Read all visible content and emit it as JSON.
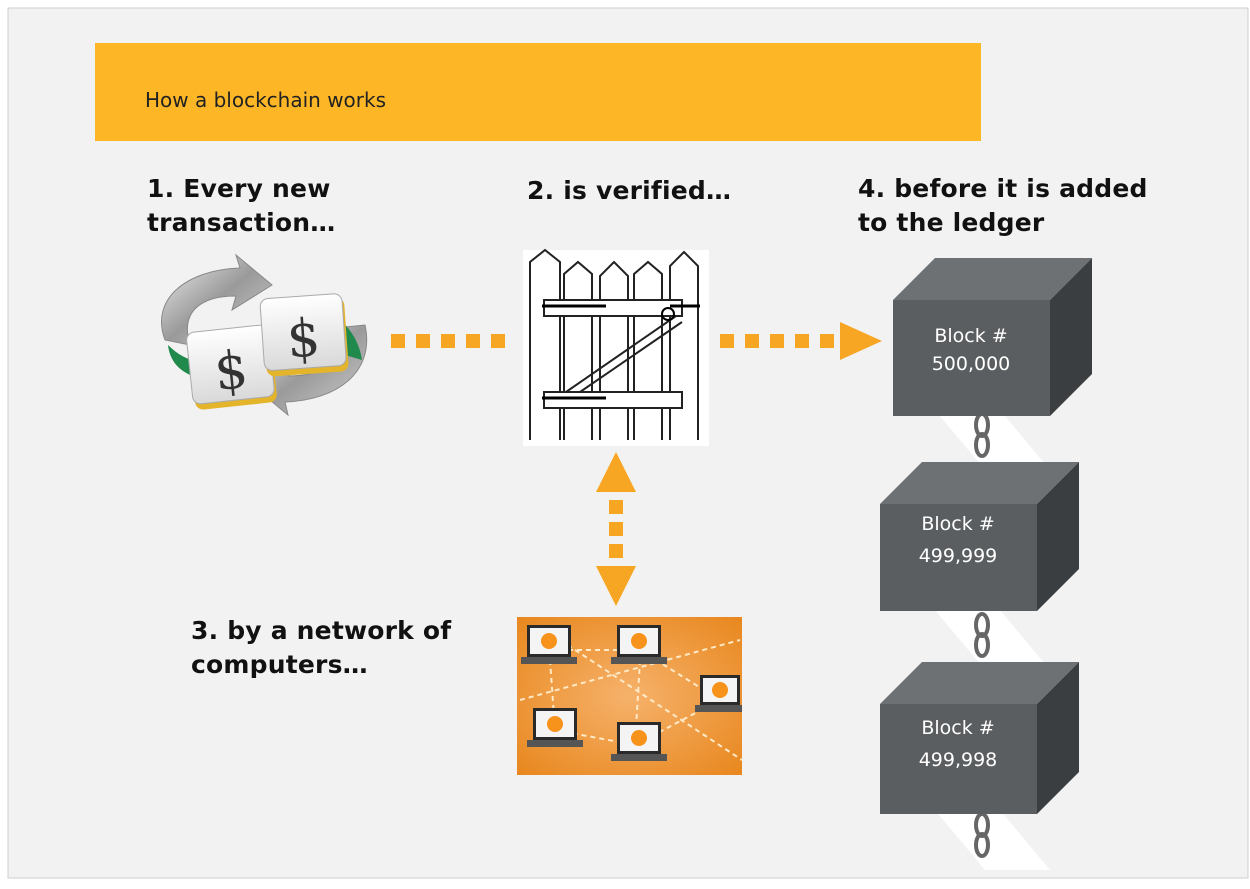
{
  "slide": {
    "title": "How a blockchain works",
    "steps": {
      "step1": "1. Every new transaction…",
      "step1_line1": "1. Every new",
      "step1_line2": "transaction…",
      "step2": "2. is verified…",
      "step3_line1": "3. by a network of",
      "step3_line2": "computers…",
      "step4_line1": "4. before it is added",
      "step4_line2": "to the ledger"
    },
    "blocks": [
      {
        "label": "Block #",
        "number": "500,000"
      },
      {
        "label": "Block #",
        "number": "499,999"
      },
      {
        "label": "Block #",
        "number": "499,998"
      }
    ],
    "icons": {
      "transaction": "currency-exchange-icon",
      "gate": "gate-icon",
      "network": "bitcoin-network-icon"
    },
    "colors": {
      "banner": "#FDB726",
      "arrow": "#F6A623",
      "block_front": "#5B5E60",
      "block_side": "#3B3E40",
      "block_top": "#6E7173",
      "background": "#F2F2F2"
    }
  }
}
